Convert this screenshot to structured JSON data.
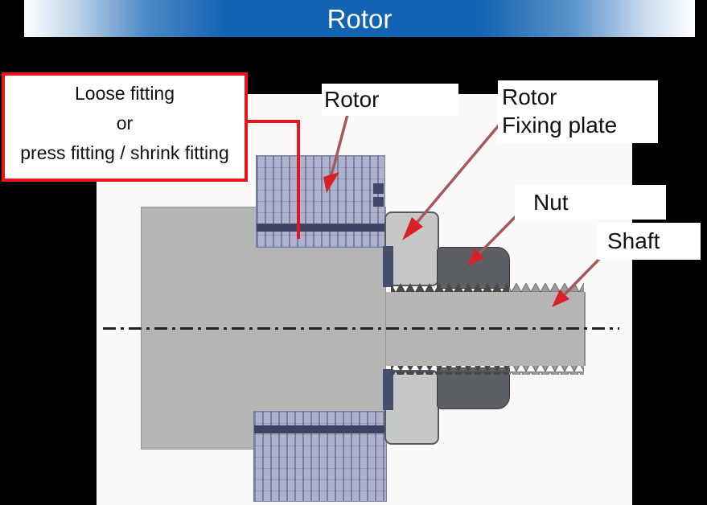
{
  "banner": {
    "title": "Rotor"
  },
  "callout": {
    "lines": [
      "Loose fitting",
      "or",
      "press fitting / shrink fitting"
    ]
  },
  "labels": {
    "rotor": "Rotor",
    "fixing_plate": [
      "Rotor",
      "Fixing plate"
    ],
    "nut": "Nut",
    "shaft": "Shaft"
  },
  "colors": {
    "banner_blue": "#1263b2",
    "background_black": "#000000",
    "callout_red": "#e8151c",
    "arrow_head_red": "#d9202a",
    "arrow_line_maroon": "#a6595c",
    "rotor_lamination_lavender": "#adb2cd",
    "rotor_fit_band_navy": "#3c4364",
    "shaft_steel_gray": "#b3b6b2",
    "fixing_plate_gray": "#c5c8c4",
    "nut_dark_gray": "#5c6065"
  }
}
